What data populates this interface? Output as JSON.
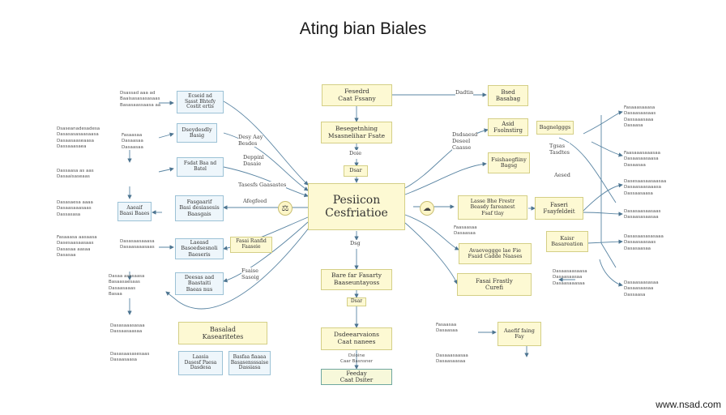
{
  "title": "Ating bian Biales",
  "watermark": "www.nsad.com",
  "center": {
    "label": "Pesiicon\nCesfriatioe"
  },
  "top": [
    {
      "label": "Fesedrd\nCaat Fssany"
    },
    {
      "label": "Besegetnhing\nMsasnelihar Fsate"
    },
    {
      "label": "Doie"
    },
    {
      "label": "Dsar"
    }
  ],
  "bottom": [
    {
      "label": "Dsg"
    },
    {
      "label": "Bare far Fasarty\nBaaseuntayoss"
    },
    {
      "label": "Dsar"
    },
    {
      "label": "Dsdeearvaions\nCaat nanees"
    },
    {
      "label": "Feeday\nCaat Dsiter"
    }
  ],
  "bottom_note": "Dsloine\nCaar Basnsner",
  "left_boxes": [
    {
      "label": "Ecseid nd\nSasst Bhtefy\nCostit ertis"
    },
    {
      "label": "Dseydesdly\nBasig"
    },
    {
      "label": "Fsdat Baa nd\nBatel"
    },
    {
      "label": "Aaeaif\nBaasi Baaes"
    },
    {
      "label": "Fasgaarif\nBasi desiasesis\nBaasgais"
    },
    {
      "label": "Laeasd\nBasoedsesnoli\nBaeseris"
    },
    {
      "label": "Fasai Ranfid\nFaaseie"
    },
    {
      "label": "Deesas aad\nBaastaiti\nBaeas nus"
    },
    {
      "label": "Basalad\nKasearitetes"
    },
    {
      "label": "Laasia\nDasesf Paesa\nDasdesa"
    },
    {
      "label": "Basfaa fiaaaa\nBasasensssaise\nDassiasa"
    }
  ],
  "right_boxes": [
    {
      "label": "Bsed\nBasabag"
    },
    {
      "label": "Asid\nFsolnstirg"
    },
    {
      "label": "Bagnelgggs"
    },
    {
      "label": "Fsishaegfiiny\nBagsg"
    },
    {
      "label": "Lasse Bhe Frestr\nBeasdy fareanest\nFsaf tlay"
    },
    {
      "label": "Faseri\nFsayfeldeit"
    },
    {
      "label": "Kaisr\nBasareation"
    },
    {
      "label": "Avaeveggge lae Fie\nFsaid Cadde Naases"
    },
    {
      "label": "Fasai Frastly\nCurefi"
    },
    {
      "label": "Aaefif faing\nFay"
    }
  ],
  "edge_labels": {
    "afetea": "Afegfeed",
    "fsaise": "Fsaise\nSasoig",
    "desy": "Desy Aay\nBesdes",
    "duppinl": "Deppinl\nDasaie",
    "tasefaad": "Tasesfs Gaasastes",
    "dadtin": "Dadtin",
    "dfsdsd": "Dsdsaesd\nDeseel\nCaasse",
    "tgsas": "Tgsas\nTasdtes",
    "aesed": "Aesed"
  },
  "notes": {
    "l1": "Dsassad aaa ad\nBaaisasasasasaas\nBasasaassaasa aa",
    "l2": "Dsaseanadesadesa\nDasasasasaasaasa\nDasaasaaseaasa\nDassaaasaea",
    "l3": "Dassaasa as aas\nDasaaisaseaas",
    "l4": "Dasasaesa aaaa\nDasaasaaasaas\nDassasasa",
    "l5": "Fasaaasa aasaasa\nDasesaasaasaas\nDasasaa aasaa\nDasasaa",
    "l6": "Dasaa asesaasa\nBasaasaesaas\nDasaasaaas\nBasaa",
    "l7": "Dasasaaasasaa\nDassaasaasaa",
    "l8": "Dasasaasasesaas\nDasaasaasa",
    "r1": "Fasaaasaaasa\nDasaasaasaas\nDassaaasaaa\nDasaasa",
    "r2": "Faasaaasaaasaa\nDasaasaasaasa\nDasaasaa",
    "r3": "Dasesaasaasaasaa\nDasaasaasaaasa\nDassaasaasa",
    "r4": "Dasasaasaasaas\nDasaasasaasaa",
    "r5": "Dasasaasasasaaa\nDasaasaasaas\nDasasaasaa",
    "r6": "Dasaasaasasaa\nDasaasaasaa\nDassaasa",
    "r7": "Fasaasaa\nDasaasaa",
    "r8": "Dasaaasaasaa\nDasaasaasaa",
    "m1": "Fasaasaa\nDasaasaa\nDasaasaa",
    "m2": "Dasasaasaaasa\nDasaasaaasaas",
    "m3": "Faasaasaa\nDasaasaa",
    "m4": "Dasaasaasaasa\nDasaasaasaa\nDasaasaaasaa"
  }
}
